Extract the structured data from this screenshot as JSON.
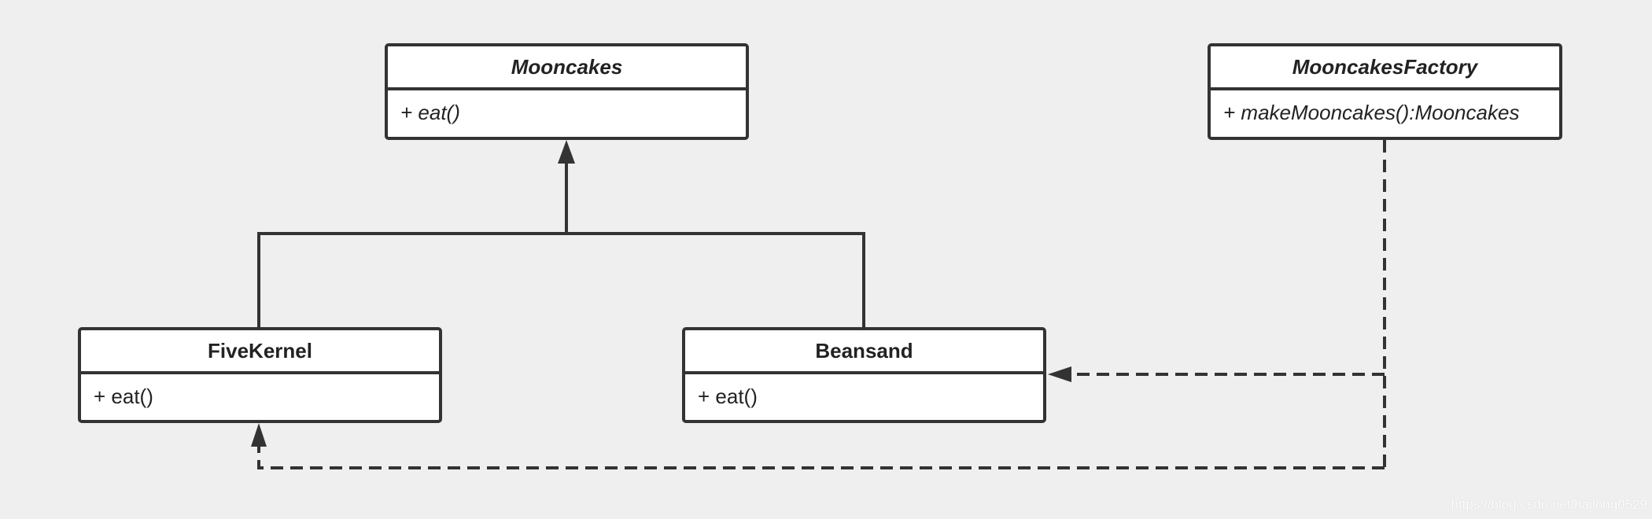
{
  "diagram": {
    "classes": {
      "mooncakes": {
        "name": "Mooncakes",
        "method": "+ eat()",
        "abstract": true
      },
      "mooncakes_factory": {
        "name": "MooncakesFactory",
        "method": "+ makeMooncakes():Mooncakes",
        "abstract": true
      },
      "five_kernel": {
        "name": "FiveKernel",
        "method": "+ eat()",
        "abstract": false
      },
      "beansand": {
        "name": "Beansand",
        "method": "+ eat()",
        "abstract": false
      }
    },
    "relations": [
      {
        "from": "FiveKernel",
        "to": "Mooncakes",
        "kind": "generalization",
        "style": "solid"
      },
      {
        "from": "Beansand",
        "to": "Mooncakes",
        "kind": "generalization",
        "style": "solid"
      },
      {
        "from": "MooncakesFactory",
        "to": "Beansand",
        "kind": "dependency",
        "style": "dashed"
      },
      {
        "from": "MooncakesFactory",
        "to": "FiveKernel",
        "kind": "dependency",
        "style": "dashed"
      }
    ],
    "colors": {
      "background": "#efefef",
      "line": "#333333",
      "box_fill": "#ffffff"
    }
  },
  "watermark": "https://blog.csdn.net/hailong0529"
}
